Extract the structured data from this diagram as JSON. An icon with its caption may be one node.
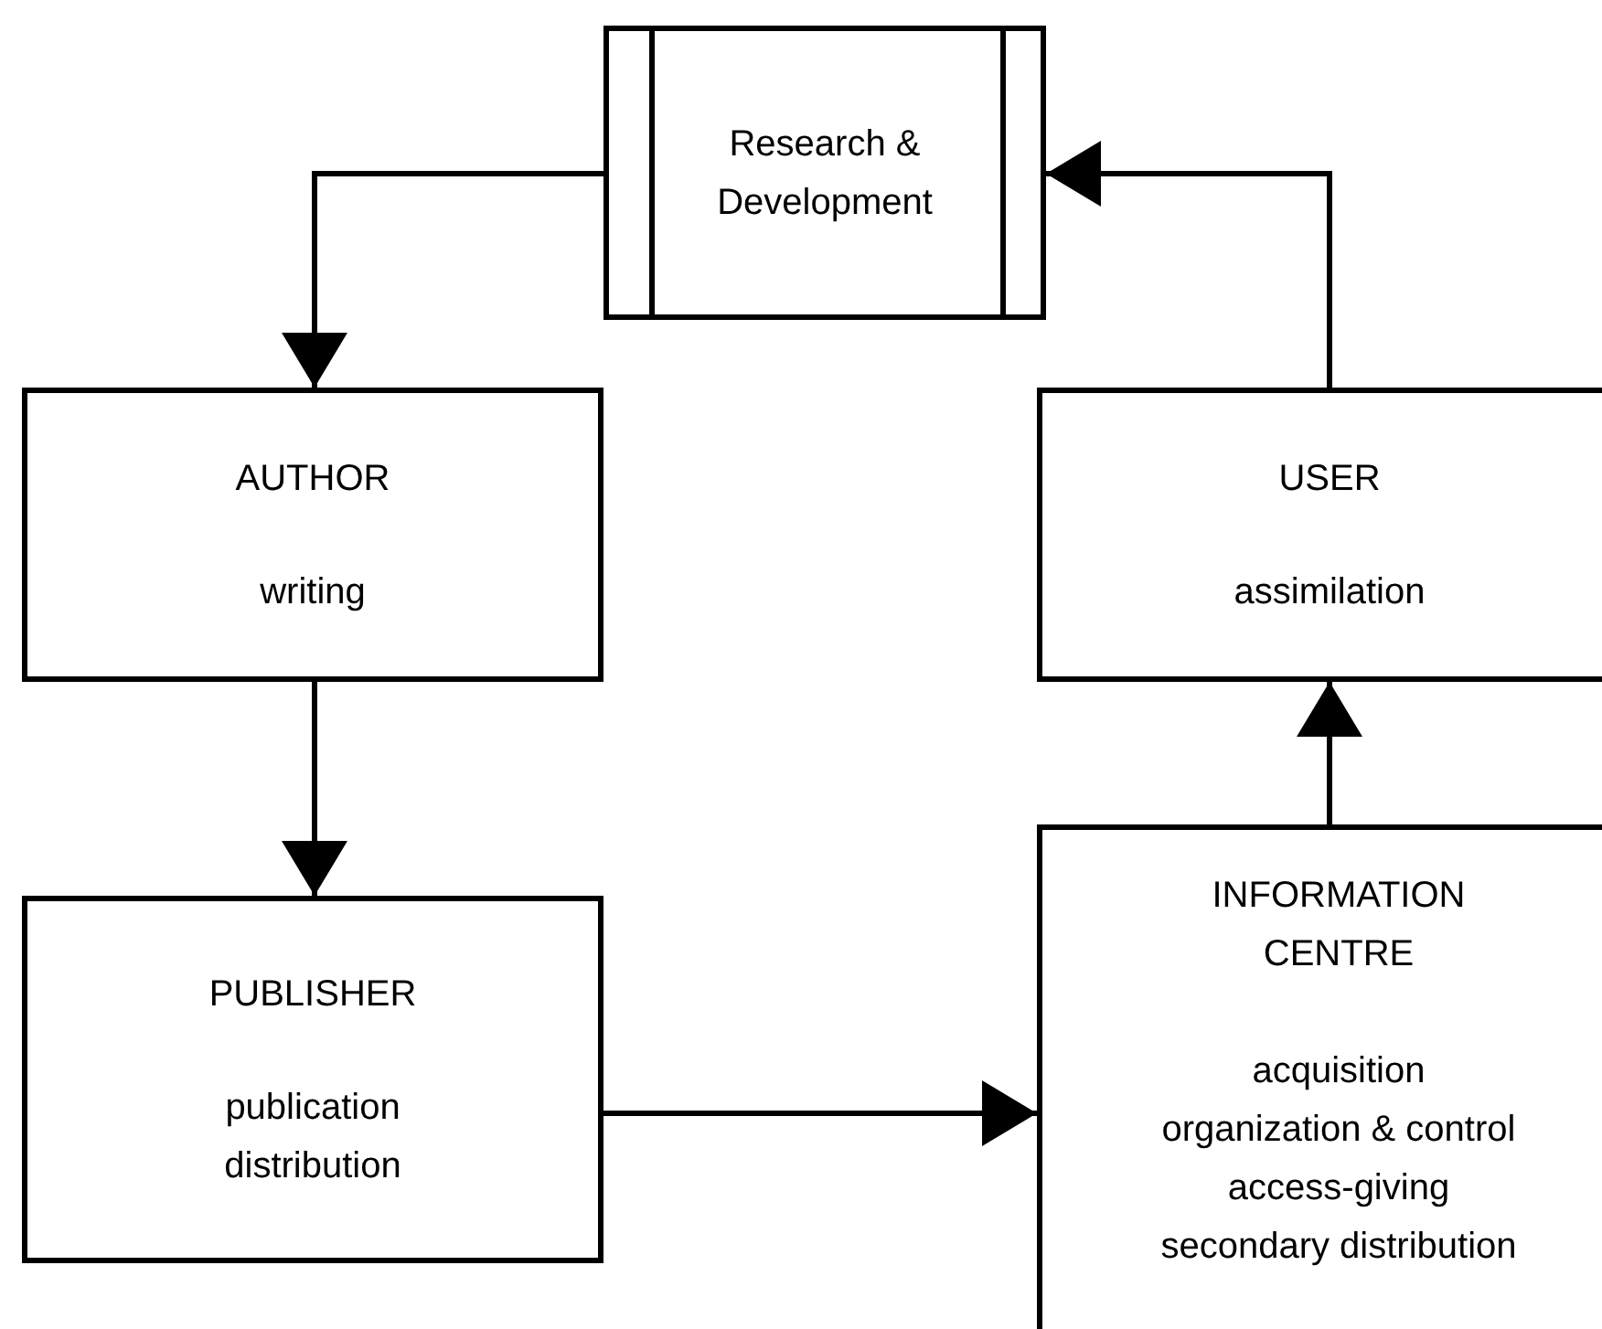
{
  "diagram": {
    "nodes": [
      {
        "text": [
          "Research & Development"
        ]
      },
      {
        "text": [
          "AUTHOR",
          "writing"
        ]
      },
      {
        "text": [
          "USER",
          "assimilation"
        ]
      },
      {
        "text": [
          "PUBLISHER",
          "publication distribution"
        ]
      },
      {
        "text": [
          "INFORMATION CENTRE",
          "acquisition",
          "organization & control",
          "access-giving",
          "secondary distribution"
        ]
      }
    ],
    "edges": [
      {
        "from": 0,
        "to": 1,
        "arrow": "to"
      },
      {
        "from": 1,
        "to": 3,
        "arrow": "to"
      },
      {
        "from": 3,
        "to": 4,
        "arrow": "to"
      },
      {
        "from": 4,
        "to": 2,
        "arrow": "to"
      },
      {
        "from": 2,
        "to": 0,
        "arrow": "to"
      }
    ]
  }
}
